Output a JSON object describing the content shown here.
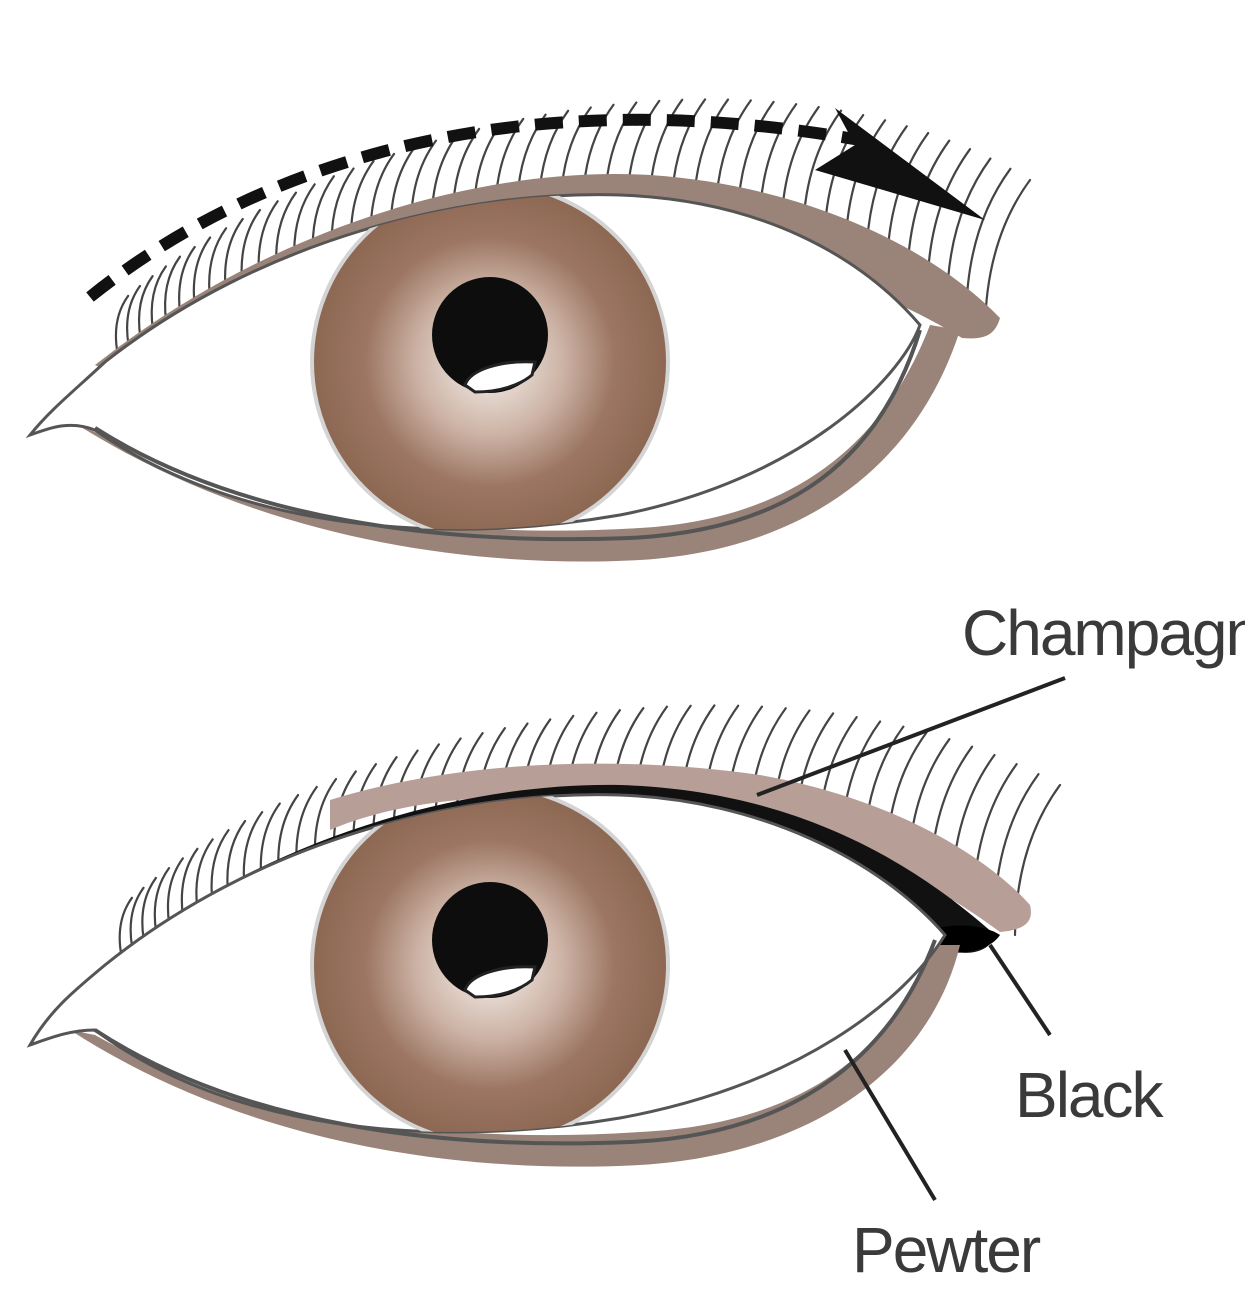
{
  "labels": {
    "champagne": "Champagne",
    "black": "Black",
    "pewter": "Pewter"
  },
  "colors": {
    "iris": "#8d6a56",
    "iris_inner": "#f2ece7",
    "shadow_pewter": "#9a847a",
    "shadow_champagne": "#b79f98",
    "liner_black": "#111111",
    "lash": "#444444",
    "arrow": "#111111"
  },
  "icons": {
    "application-direction": "dashed-arrow-icon"
  }
}
